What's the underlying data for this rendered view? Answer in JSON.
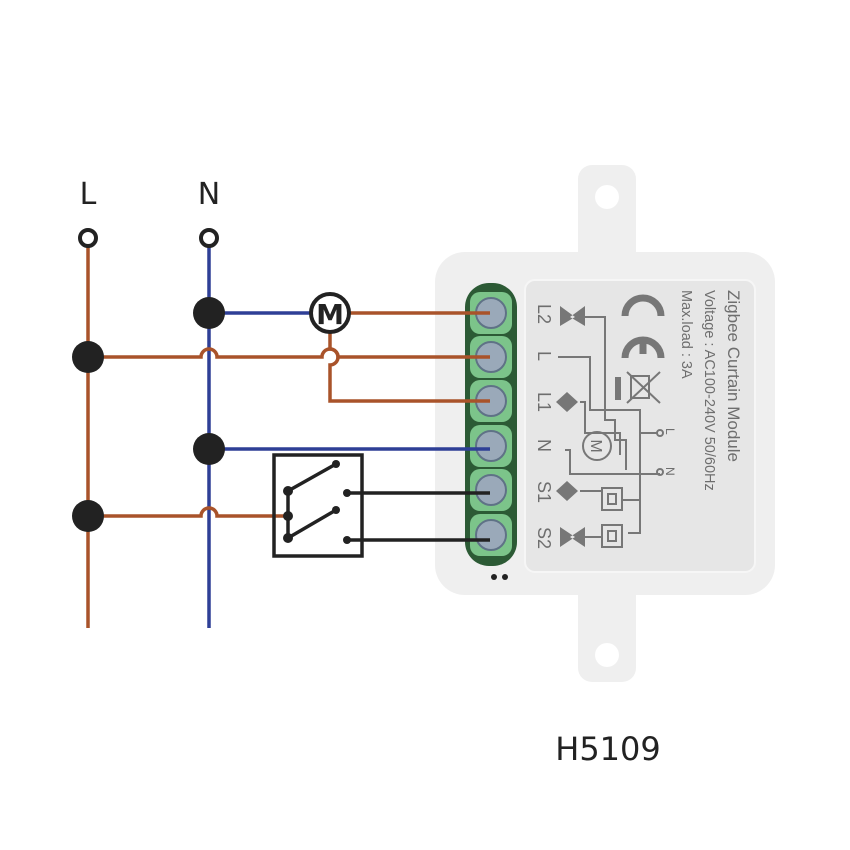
{
  "diagram": {
    "bus_labels": {
      "line": "L",
      "neutral": "N"
    },
    "motor_symbol": "M",
    "model_name": "H5109",
    "device": {
      "label_title": "Zigbee Curtain Module",
      "voltage": "Voltage : AC100-240V 50/60Hz",
      "max_load": "Max.load : 3A",
      "terminals": [
        "L2",
        "L",
        "L1",
        "N",
        "S1",
        "S2"
      ],
      "schematic_labels": {
        "line": "L",
        "neutral": "N",
        "motor": "M"
      }
    },
    "colors": {
      "live_wire": "#a9532a",
      "neutral_wire": "#2e3f96",
      "switch_wire": "#222222",
      "terminal_block": "#7cc48a",
      "device_body": "#efefef"
    },
    "icons": [
      "ce-mark-icon",
      "weee-bin-icon",
      "motor-icon",
      "two-gang-switch-icon"
    ]
  }
}
